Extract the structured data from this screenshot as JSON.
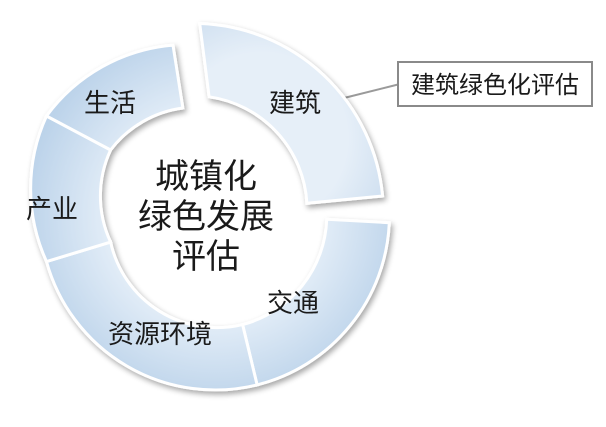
{
  "diagram": {
    "center_lines": [
      "城镇化",
      "绿色发展",
      "评估"
    ],
    "segments": [
      {
        "key": "building",
        "label": "建筑"
      },
      {
        "key": "transport",
        "label": "交通"
      },
      {
        "key": "resources",
        "label": "资源环境"
      },
      {
        "key": "industry",
        "label": "产业"
      },
      {
        "key": "life",
        "label": "生活"
      }
    ],
    "callout": {
      "label": "建筑绿色化评估",
      "target": "building"
    },
    "colors": {
      "segment_fill": "#c9dcef",
      "segment_light": "#e9f1f9",
      "segment_stroke": "#ffffff",
      "callout_border": "#8a8a8a"
    }
  }
}
